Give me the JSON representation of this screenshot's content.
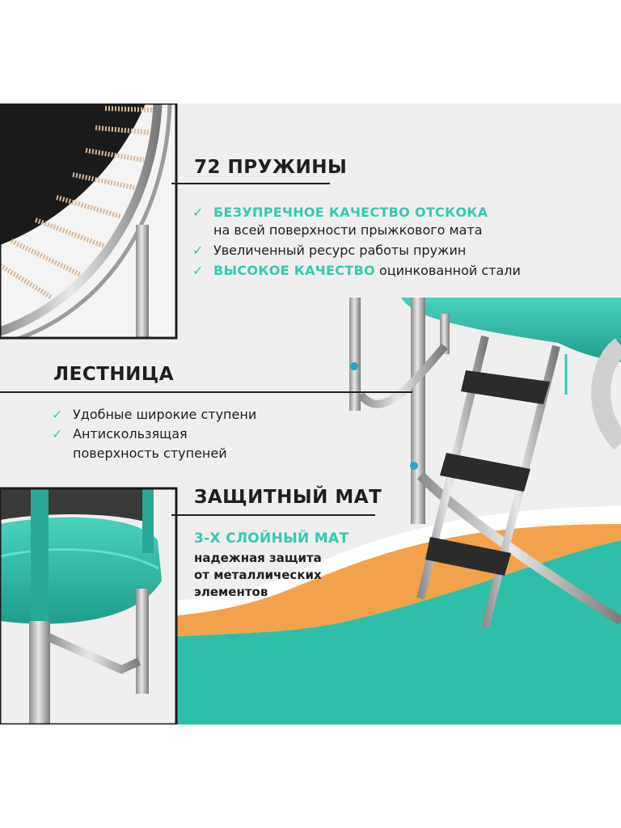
{
  "springs": {
    "title": "72 ПРУЖИНЫ",
    "items": [
      {
        "check": "✓",
        "accent": "БЕЗУПРЕЧНОЕ КАЧЕСТВО ОТСКОКА",
        "text": ""
      },
      {
        "check": "",
        "accent": "",
        "text": "на всей поверхности прыжкового мата"
      },
      {
        "check": "✓",
        "accent": "",
        "text": "Увеличенный ресурс работы пружин"
      },
      {
        "check": "✓",
        "accent": "ВЫСОКОЕ КАЧЕСТВО",
        "text": " оцинкованной стали"
      }
    ]
  },
  "ladder": {
    "title": "ЛЕСТНИЦА",
    "items": [
      {
        "check": "✓",
        "text": "Удобные широкие ступени"
      },
      {
        "check": "✓",
        "text": "Антискользящая"
      },
      {
        "check": "",
        "text": "поверхность ступеней"
      }
    ]
  },
  "mat": {
    "title": "ЗАЩИТНЫЙ МАТ",
    "subtitle": "3-Х СЛОЙНЫЙ МАТ",
    "description": "надежная защита\nот металлических\nэлементов"
  },
  "colors": {
    "accent": "#33c9b2",
    "teal": "#2fbfa8",
    "orange": "#f2a24a",
    "text": "#1f1f1f"
  }
}
